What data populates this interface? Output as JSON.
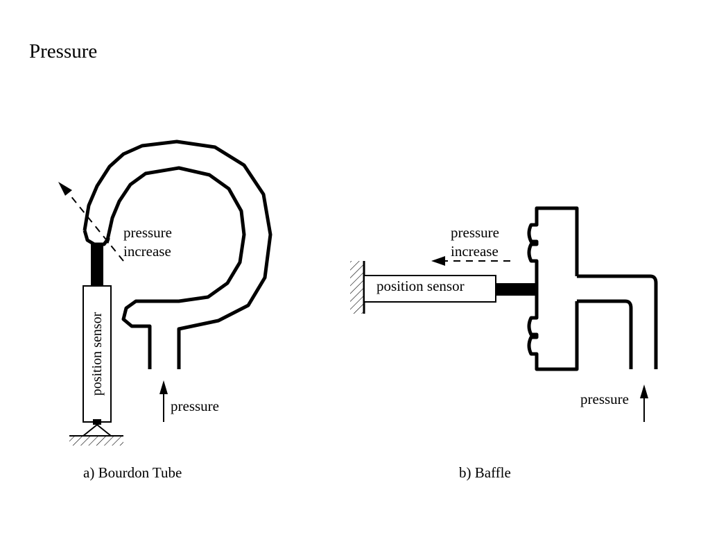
{
  "slide": {
    "title": "Pressure"
  },
  "bourdon": {
    "caption": "a) Bourdon Tube",
    "sensor_label": "position sensor",
    "motion_label_line1": "pressure",
    "motion_label_line2": "increase",
    "input_label": "pressure"
  },
  "baffle": {
    "caption": "b) Baffle",
    "sensor_label": "position sensor",
    "motion_label_line1": "pressure",
    "motion_label_line2": "increase",
    "input_label": "pressure"
  }
}
